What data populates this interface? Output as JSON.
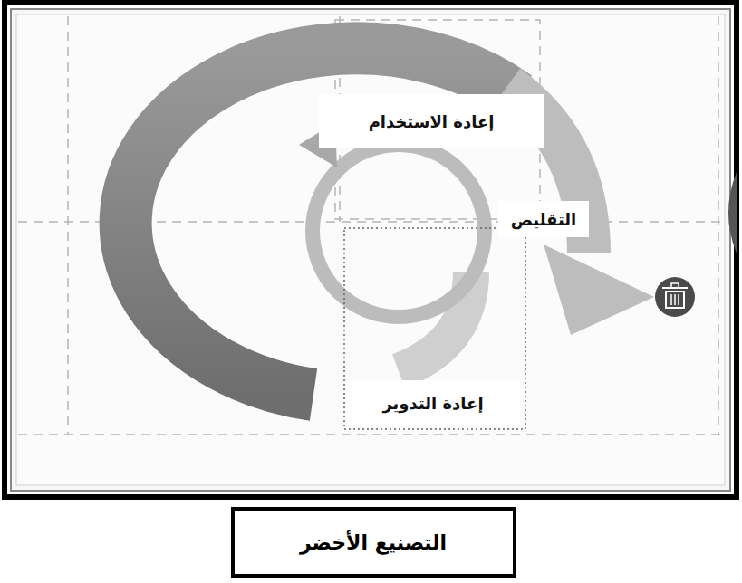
{
  "diagram": {
    "caption": "التصنيع الأخضر",
    "nodes": [
      {
        "text": [
          "إعادة الاستخدام"
        ]
      },
      {
        "text": [
          "التقليص"
        ]
      },
      {
        "text": [
          "إعادة التدوير"
        ]
      }
    ]
  }
}
